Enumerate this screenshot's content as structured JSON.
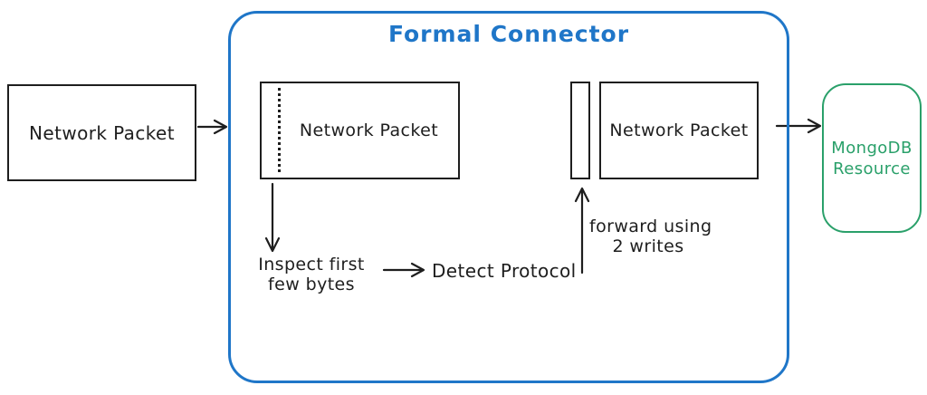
{
  "colors": {
    "ink": "#1e1e1e",
    "connector_blue": "#1f76c8",
    "mongodb_green": "#2aa06a",
    "background": "#ffffff"
  },
  "nodes": {
    "input_packet": {
      "label": "Network Packet"
    },
    "connector": {
      "title": "Formal Connector"
    },
    "inspected_packet": {
      "label": "Network Packet"
    },
    "output_packet": {
      "label": "Network Packet"
    },
    "mongodb": {
      "label_line1": "MongoDB",
      "label_line2": "Resource"
    }
  },
  "annotations": {
    "inspect": {
      "line1": "Inspect first",
      "line2": "few bytes"
    },
    "detect": {
      "label": "Detect Protocol"
    },
    "forward": {
      "line1": "forward using",
      "line2": "2 writes"
    }
  }
}
